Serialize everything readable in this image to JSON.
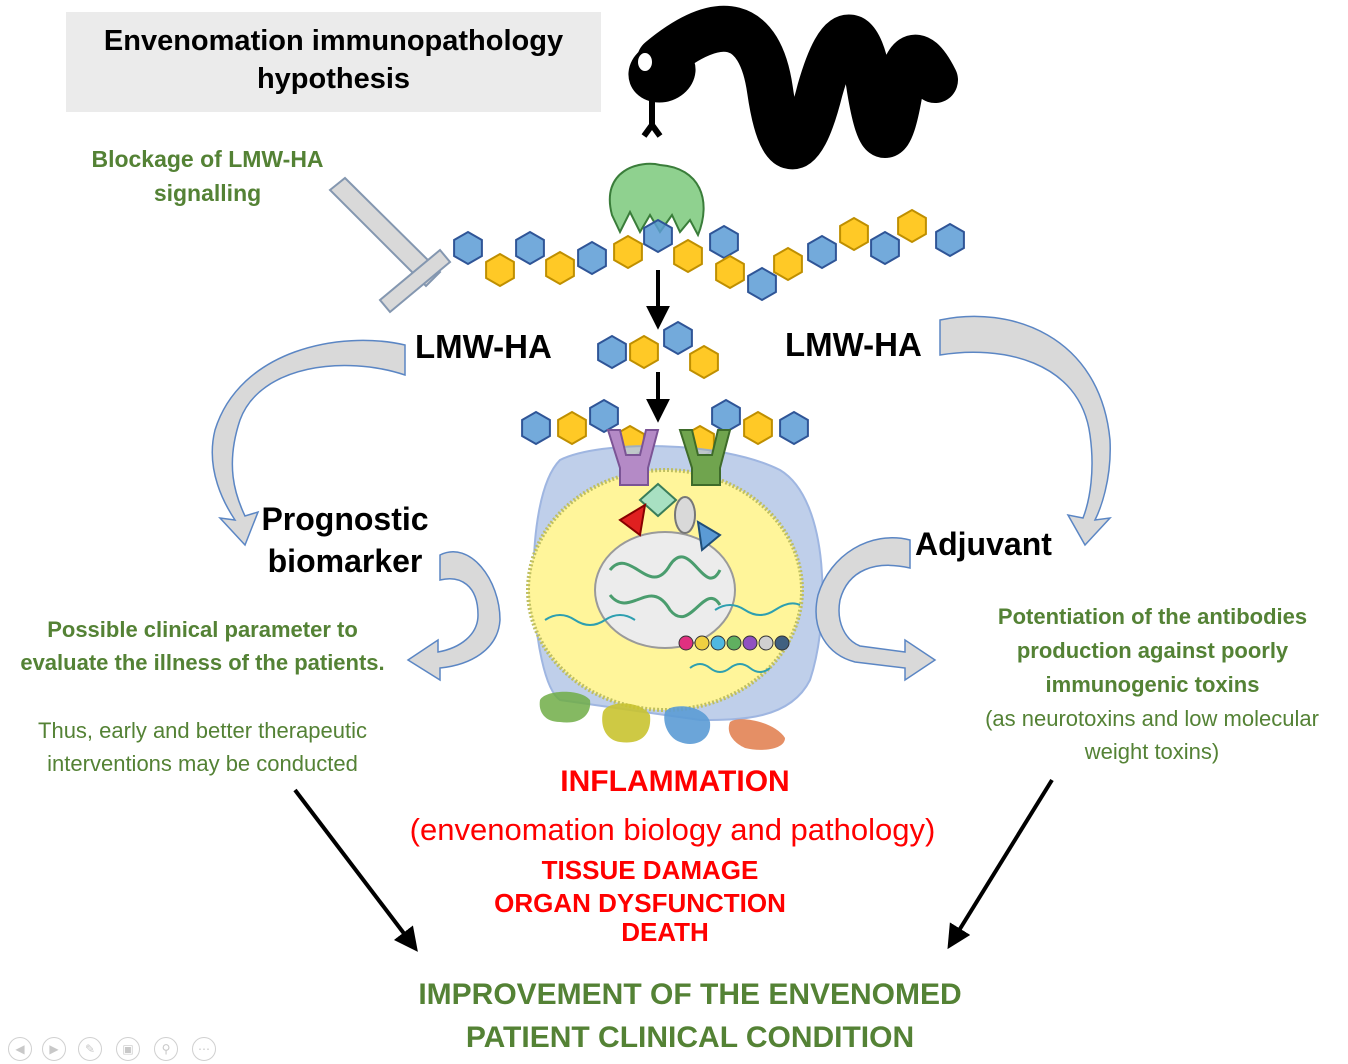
{
  "title": "Envenomation immunopathology hypothesis",
  "blockage_label": "Blockage of LMW-HA signalling",
  "lmw_ha_left": "LMW-HA",
  "lmw_ha_right": "LMW-HA",
  "prognostic_label": "Prognostic biomarker",
  "adjuvant_label": "Adjuvant",
  "left_text_bold": "Possible clinical parameter to evaluate the illness of the patients.",
  "left_text_regular": "Thus, early and better therapeutic interventions may be conducted",
  "right_text_bold": "Potentiation of the antibodies production against poorly immunogenic toxins",
  "right_text_regular": "(as neurotoxins and low molecular weight toxins)",
  "inflammation": "INFLAMMATION",
  "inflammation_sub": "(envenomation biology and pathology)",
  "tissue_damage": "TISSUE DAMAGE",
  "organ_dysfunction": "ORGAN DYSFUNCTION",
  "death": "DEATH",
  "outcome_line1": "IMPROVEMENT OF THE ENVENOMED",
  "outcome_line2": "PATIENT CLINICAL CONDITION",
  "colors": {
    "green_text": "#548235",
    "red_text": "#ff0000",
    "ha_blue": "#5b9bd5",
    "ha_yellow": "#ffc000",
    "cell_yellow": "#fff59a",
    "cell_outer": "#b4c7e7",
    "enzyme_green": "#8fd18f"
  },
  "icons": [
    "snake-icon",
    "hyaluronidase-enzyme-icon",
    "receptor-icon",
    "cell-icon"
  ]
}
